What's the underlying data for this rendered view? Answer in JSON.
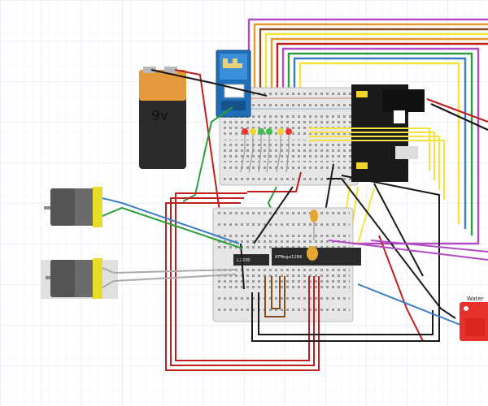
{
  "battery": {
    "label": "9v"
  },
  "chips": {
    "driver": {
      "label": "L293D"
    },
    "mcu": {
      "label": "ATMega1284"
    }
  },
  "sensor": {
    "label": "Water"
  },
  "colors": {
    "background": "#ffffff",
    "grid": "#dbe7f5",
    "wire_red": "#c0201c",
    "wire_black": "#1a1a1a",
    "wire_yellow": "#f2e43a",
    "wire_green": "#2e9e3a",
    "wire_blue": "#3c7ec4",
    "wire_purple": "#b14cc4",
    "wire_orange": "#e69a2c",
    "wire_brown": "#8a4b1e",
    "breadboard": "#e6e6e6",
    "chip": "#2a2a2a",
    "sensor_board": "#e8312c",
    "bt_module": "#1f6fb8",
    "power_module": "#1a1a1a",
    "capacitor": "#e8a430"
  },
  "leds": [
    "red",
    "yellow",
    "green",
    "green",
    "yellow",
    "red"
  ]
}
